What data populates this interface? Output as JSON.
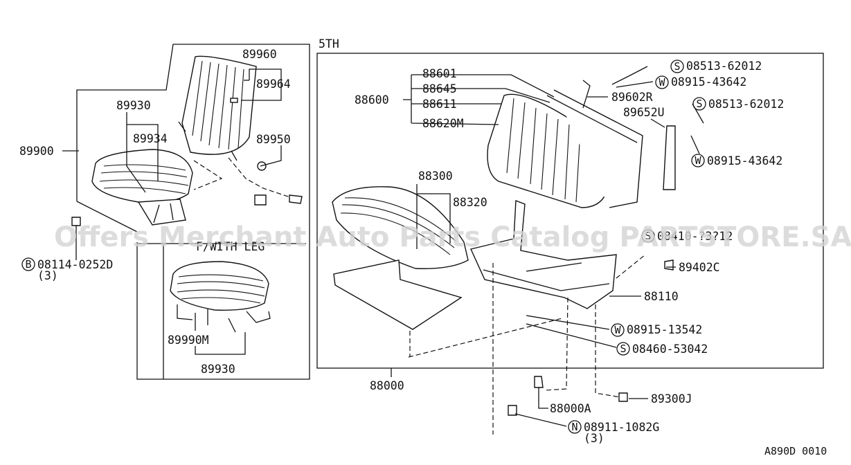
{
  "section_5th": "5TH",
  "section_with_leg": "F/WITH LEG",
  "watermark": "Offers Merchant Auto Parts Catalog PARTSTORE.SA",
  "figure_code": "A890D 0010",
  "parts": {
    "p89960": "89960",
    "p89964": "89964",
    "p89930a": "89930",
    "p89934": "89934",
    "p89900": "89900",
    "p89950": "89950",
    "p08114": "08114-0252D",
    "p08114_qty": "(3)",
    "p89990m": "89990M",
    "p89930b": "89930",
    "p88601": "88601",
    "p88645": "88645",
    "p88600": "88600",
    "p88611": "88611",
    "p88620m": "88620M",
    "p89602r": "89602R",
    "p89652u": "89652U",
    "p08513a": "08513-62012",
    "p08915a": "08915-43642",
    "p08513b": "08513-62012",
    "p08915b": "08915-43642",
    "p88300": "88300",
    "p88320": "88320",
    "p08410": "08410-?3?12",
    "p89402c": "89402C",
    "p88110": "88110",
    "p08915c": "08915-13542",
    "p08460": "08460-53042",
    "p88000": "88000",
    "p88000a": "88000A",
    "p89300j": "89300J",
    "p08911": "08911-1082G",
    "p08911_qty": "(3)"
  },
  "prefixes": {
    "B": "B",
    "S": "S",
    "W": "W",
    "N": "N"
  }
}
